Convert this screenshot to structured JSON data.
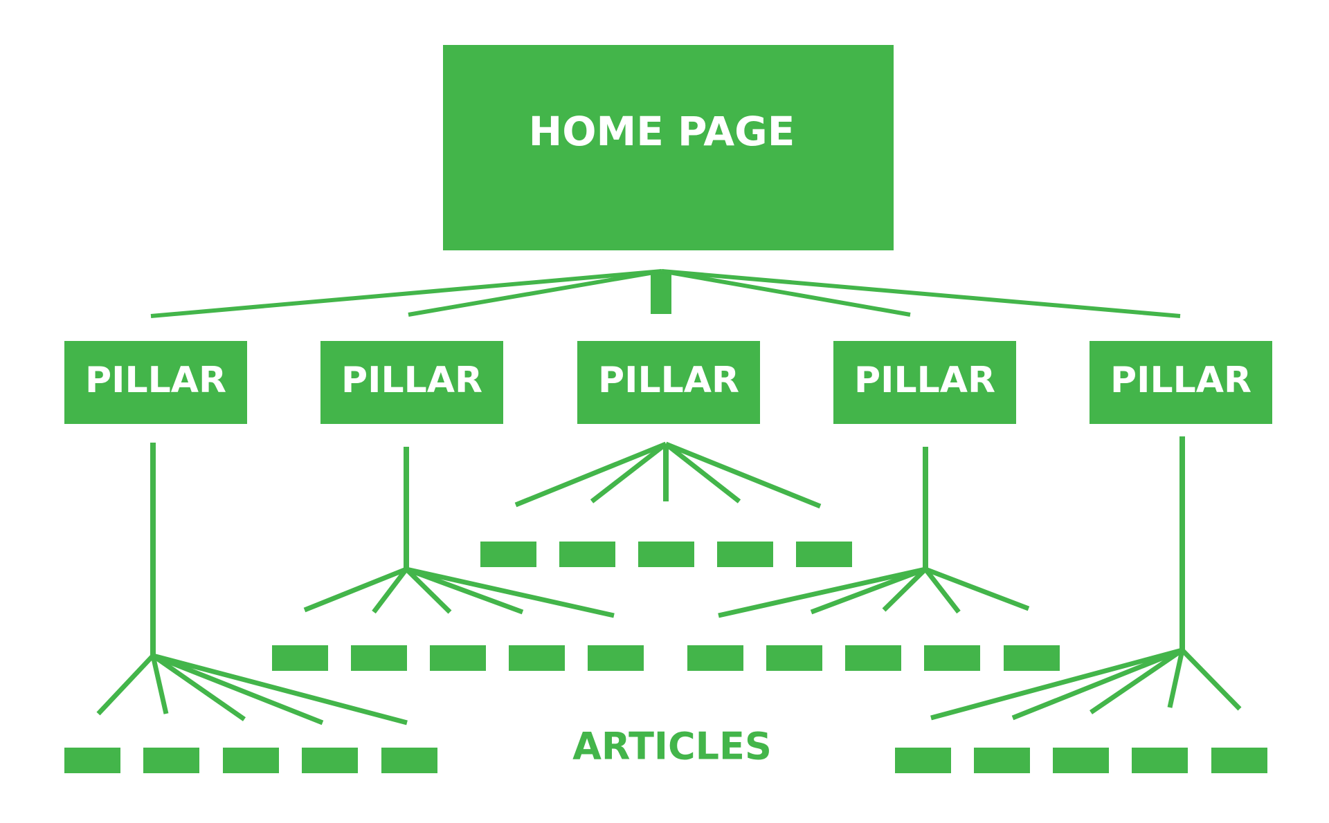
{
  "colors": {
    "primary": "#43b54a",
    "label": "#ffffff",
    "background": "#ffffff"
  },
  "home": {
    "label": "HOME PAGE"
  },
  "pillars": [
    {
      "label": "PILLAR",
      "article_count": 5
    },
    {
      "label": "PILLAR",
      "article_count": 5
    },
    {
      "label": "PILLAR",
      "article_count": 5
    },
    {
      "label": "PILLAR",
      "article_count": 5
    },
    {
      "label": "PILLAR",
      "article_count": 5
    }
  ],
  "articles_label": "ARTICLES"
}
